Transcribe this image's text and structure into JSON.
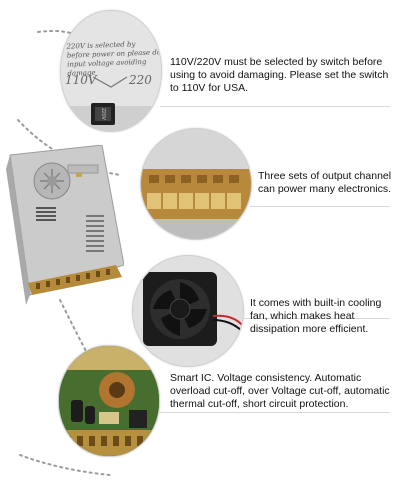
{
  "sections": [
    {
      "caption": "110V/220V must be selected by switch before using to avoid damaging. Please set the switch to 110V for USA.",
      "label_line1": "220V is selected by",
      "label_line2": "before power on please do",
      "label_line3": "input voltage avoiding damage",
      "label_110": "110V",
      "label_220": "220",
      "switch_text": "220V"
    },
    {
      "caption": "Three sets of output channel can power many electronics."
    },
    {
      "caption": "It comes with built-in cooling fan, which makes heat dissipation more efficient."
    },
    {
      "caption": "Smart IC. Voltage consistency. Automatic overload cut-off, over Voltage cut-off, automatic thermal cut-off, short circuit protection."
    }
  ],
  "colors": {
    "metal": "#c9c9c9",
    "terminal": "#b58a3a",
    "pcb": "#3c6a2c",
    "fan": "#1c1c1c"
  }
}
